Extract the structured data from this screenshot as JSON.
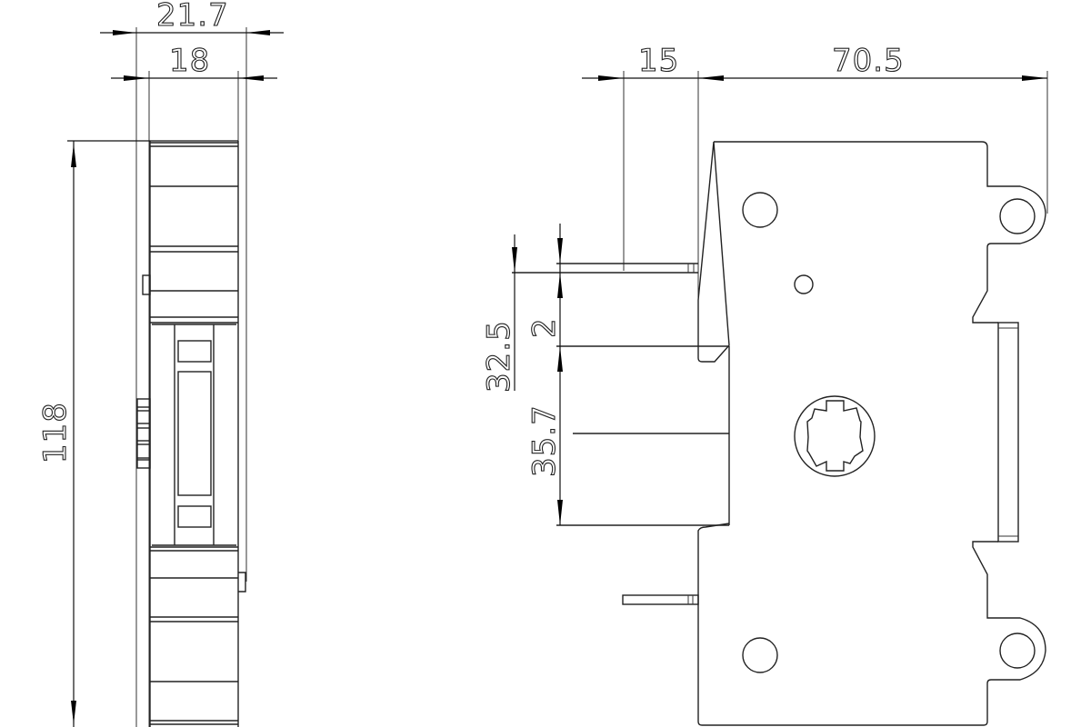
{
  "drawing": {
    "type": "technical drawing",
    "subject": "DIN-rail modular circuit breaker (1 module)",
    "views": [
      {
        "name": "side-view",
        "description": "Side view of breaker body with width dimensions"
      },
      {
        "name": "front-profile-view",
        "description": "Profile view showing terminal, toggle hub and DIN rail clip"
      }
    ]
  },
  "dimensions": {
    "overall_width": {
      "label": "21.7",
      "unit": "mm"
    },
    "module_width": {
      "label": "18",
      "unit": "mm"
    },
    "overall_height": {
      "label": "118",
      "unit": "mm"
    },
    "front_projection": {
      "label": "15",
      "unit": "mm"
    },
    "body_depth": {
      "label": "70.5",
      "unit": "mm"
    },
    "terminal_offset": {
      "label": "32.5",
      "unit": "mm"
    },
    "terminal_gap": {
      "label": "2",
      "unit": "mm"
    },
    "front_face_height": {
      "label": "35.7",
      "unit": "mm"
    }
  },
  "colors": {
    "line": "#222222",
    "background": "#ffffff"
  }
}
